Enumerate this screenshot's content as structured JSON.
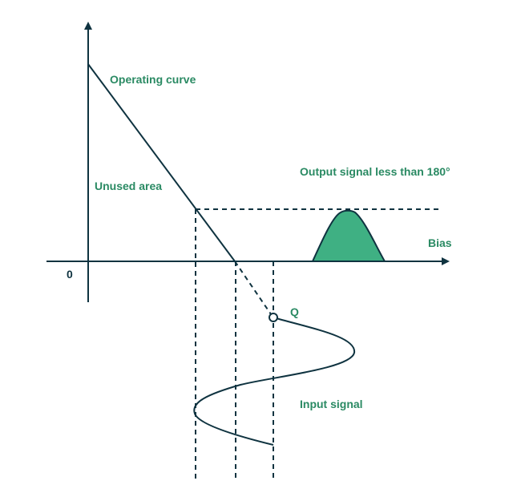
{
  "colors": {
    "line": "#0f3340",
    "label": "#2a8a63",
    "fill": "#3fb083"
  },
  "labels": {
    "operating_curve": "Operating curve",
    "unused_area": "Unused area",
    "output_signal": "Output signal less than 180°",
    "bias": "Bias",
    "origin": "0",
    "q_point": "Q",
    "input_signal": "Input signal"
  }
}
